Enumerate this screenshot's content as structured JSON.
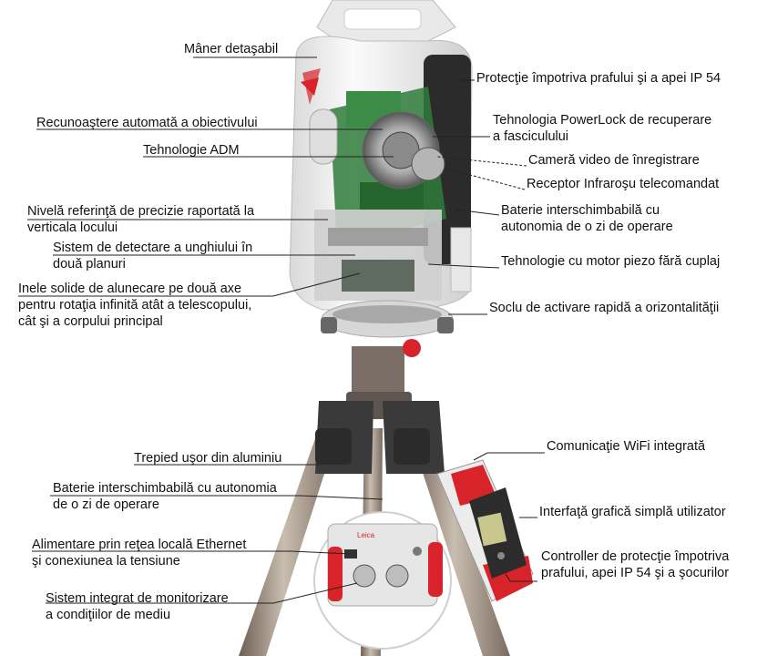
{
  "labels": {
    "maner": "Mâner detaşabil",
    "protectie_praf": "Protecţie împotriva prafului şi a apei IP 54",
    "recunoastere": "Recunoaştere automată a obiectivului",
    "powerlock_1": "Tehnologia PowerLock de recuperare",
    "powerlock_2": "a fasciculului",
    "adm": "Tehnologie ADM",
    "camera": "Cameră video de înregistrare",
    "receptor": "Receptor Infraroşu telecomandat",
    "nivela_1": "Nivelă referinţă de precizie raportată la",
    "nivela_2": "verticala locului",
    "baterie_sus_1": "Baterie interschimbabilă cu",
    "baterie_sus_2": "autonomia de o zi de operare",
    "sistem_unghi_1": "Sistem de detectare a unghiului în",
    "sistem_unghi_2": "două planuri",
    "motor_piezo": "Tehnologie cu motor piezo fără cuplaj",
    "inele_1": "Inele solide de alunecare pe două axe",
    "inele_2": "pentru rotaţia infinită atât a telescopului,",
    "inele_3": "cât şi a corpului principal",
    "soclu": "Soclu de activare rapidă a orizontalităţii",
    "trepied": "Trepied uşor din aluminiu",
    "wifi": "Comunicaţie WiFi integrată",
    "baterie_jos_1": "Baterie interschimbabilă cu autonomia",
    "baterie_jos_2": "de o zi de operare",
    "interfata": "Interfaţă grafică simplă utilizator",
    "alimentare_1": "Alimentare prin reţea locală Ethernet",
    "alimentare_2": "şi conexiunea la tensiune",
    "controller_1": "Controller de protecţie împotriva",
    "controller_2": "prafului, apei IP 54 şi a şocurilor",
    "monitorizare_1": "Sistem integrat de monitorizare",
    "monitorizare_2": "a condiţiilor de mediu"
  },
  "colors": {
    "accent_red": "#d8232a",
    "tracker_white": "#f2f2f2",
    "pcb_green": "#2f7a3a",
    "leader_line": "#222222"
  },
  "icons": {
    "device": "laser-tracker",
    "tripod": "tripod",
    "controller": "handheld-controller",
    "connector_panel": "connector-panel"
  }
}
